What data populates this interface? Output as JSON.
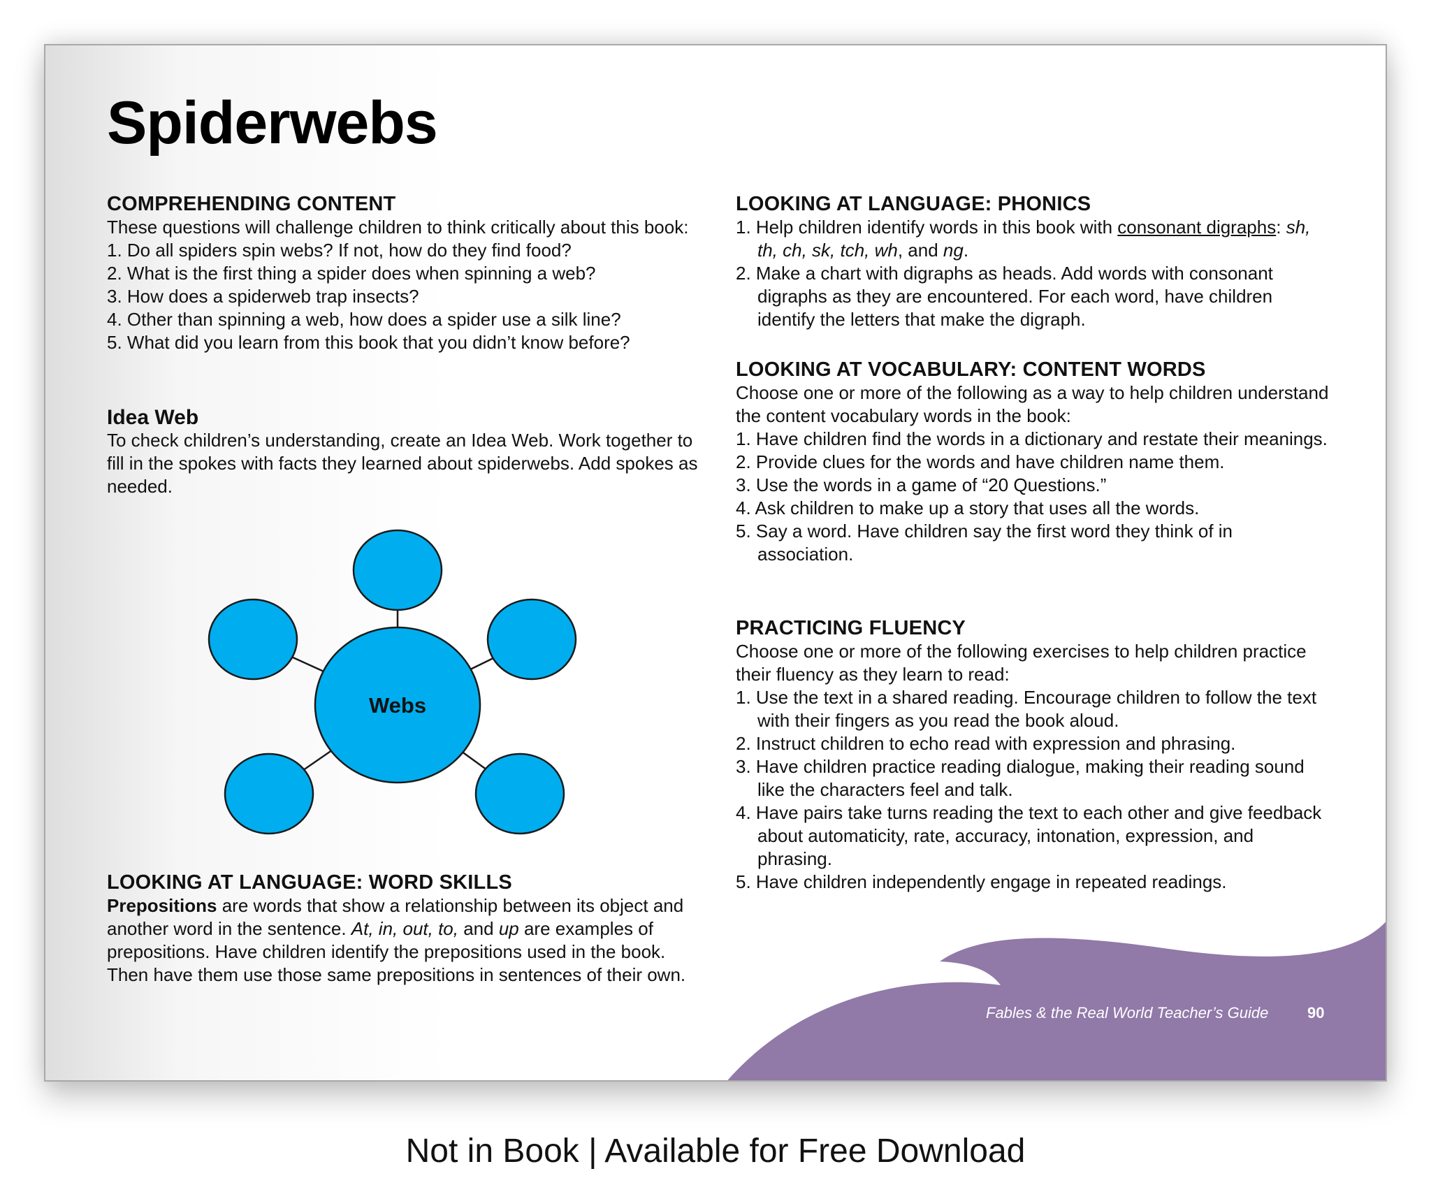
{
  "title": "Spiderwebs",
  "comprehending": {
    "heading": "COMPREHENDING CONTENT",
    "intro": "These questions will challenge children to think critically about this book:",
    "items": [
      "1. Do all spiders spin webs? If not, how do they find food?",
      "2. What is the first thing a spider does when spinning a web?",
      "3. How does a spiderweb trap insects?",
      "4. Other than spinning a web, how does a spider use a silk line?",
      "5. What did you learn from this book that you didn’t know before?"
    ]
  },
  "idea_web": {
    "heading": "Idea Web",
    "text": "To check children’s understanding, create an Idea Web. Work together to fill in the spokes with facts they learned about spiderwebs. Add spokes as needed.",
    "center_label": "Webs",
    "circle_color": "#00aeef"
  },
  "word_skills": {
    "heading": "LOOKING AT LANGUAGE: WORD SKILLS",
    "bold_term": "Prepositions",
    "text1": " are words that show a relationship between its object and another word in the sentence. ",
    "examples": "At, in, out, to,",
    "and": " and ",
    "last_example": "up",
    "text2": " are examples of prepositions. Have children identify the prepositions used in the book. Then have them use those same prepositions in sentences of their own."
  },
  "phonics": {
    "heading": "LOOKING AT LANGUAGE: PHONICS",
    "item1_prefix": "1. Help children identify words in this book with ",
    "item1_link": "consonant digraphs",
    "item1_colon": ":",
    "item1_digraphs": "sh, th, ch, sk, tch, wh",
    "item1_and": ", and ",
    "item1_last": "ng",
    "item1_end": ".",
    "item2": "2. Make a chart with digraphs as heads. Add words with consonant digraphs as they are encountered. For each word, have children identify the letters that make the digraph."
  },
  "vocabulary": {
    "heading": "LOOKING AT VOCABULARY: CONTENT WORDS",
    "intro": "Choose one or more of the following as a way to help children understand the content vocabulary words in the book:",
    "items": [
      "1. Have children find the words in a dictionary and restate their meanings.",
      "2. Provide clues for the words and have children name them.",
      "3. Use the words in a game of “20 Questions.”",
      "4. Ask children to make up a story that uses all the words.",
      "5. Say a word. Have children say the first word they think of in association."
    ]
  },
  "fluency": {
    "heading": "PRACTICING FLUENCY",
    "intro": "Choose one or more of the following exercises to help children practice their fluency as they learn to read:",
    "items": [
      "1. Use the text in a shared reading. Encourage children to follow the text with their fingers as you read the book aloud.",
      "2. Instruct children to echo read with expression and phrasing.",
      "3. Have children practice reading dialogue, making their reading sound like the characters feel and talk.",
      "4. Have pairs take turns reading the text to each other and give feedback about automaticity, rate, accuracy, intonation, expression, and phrasing.",
      "5. Have children independently engage in repeated readings."
    ]
  },
  "footer": {
    "guide_title": "Fables & the Real World Teacher’s Guide",
    "page_number": "90",
    "accent_color": "#9179a8"
  },
  "banner": "Not in Book | Available for Free Download"
}
